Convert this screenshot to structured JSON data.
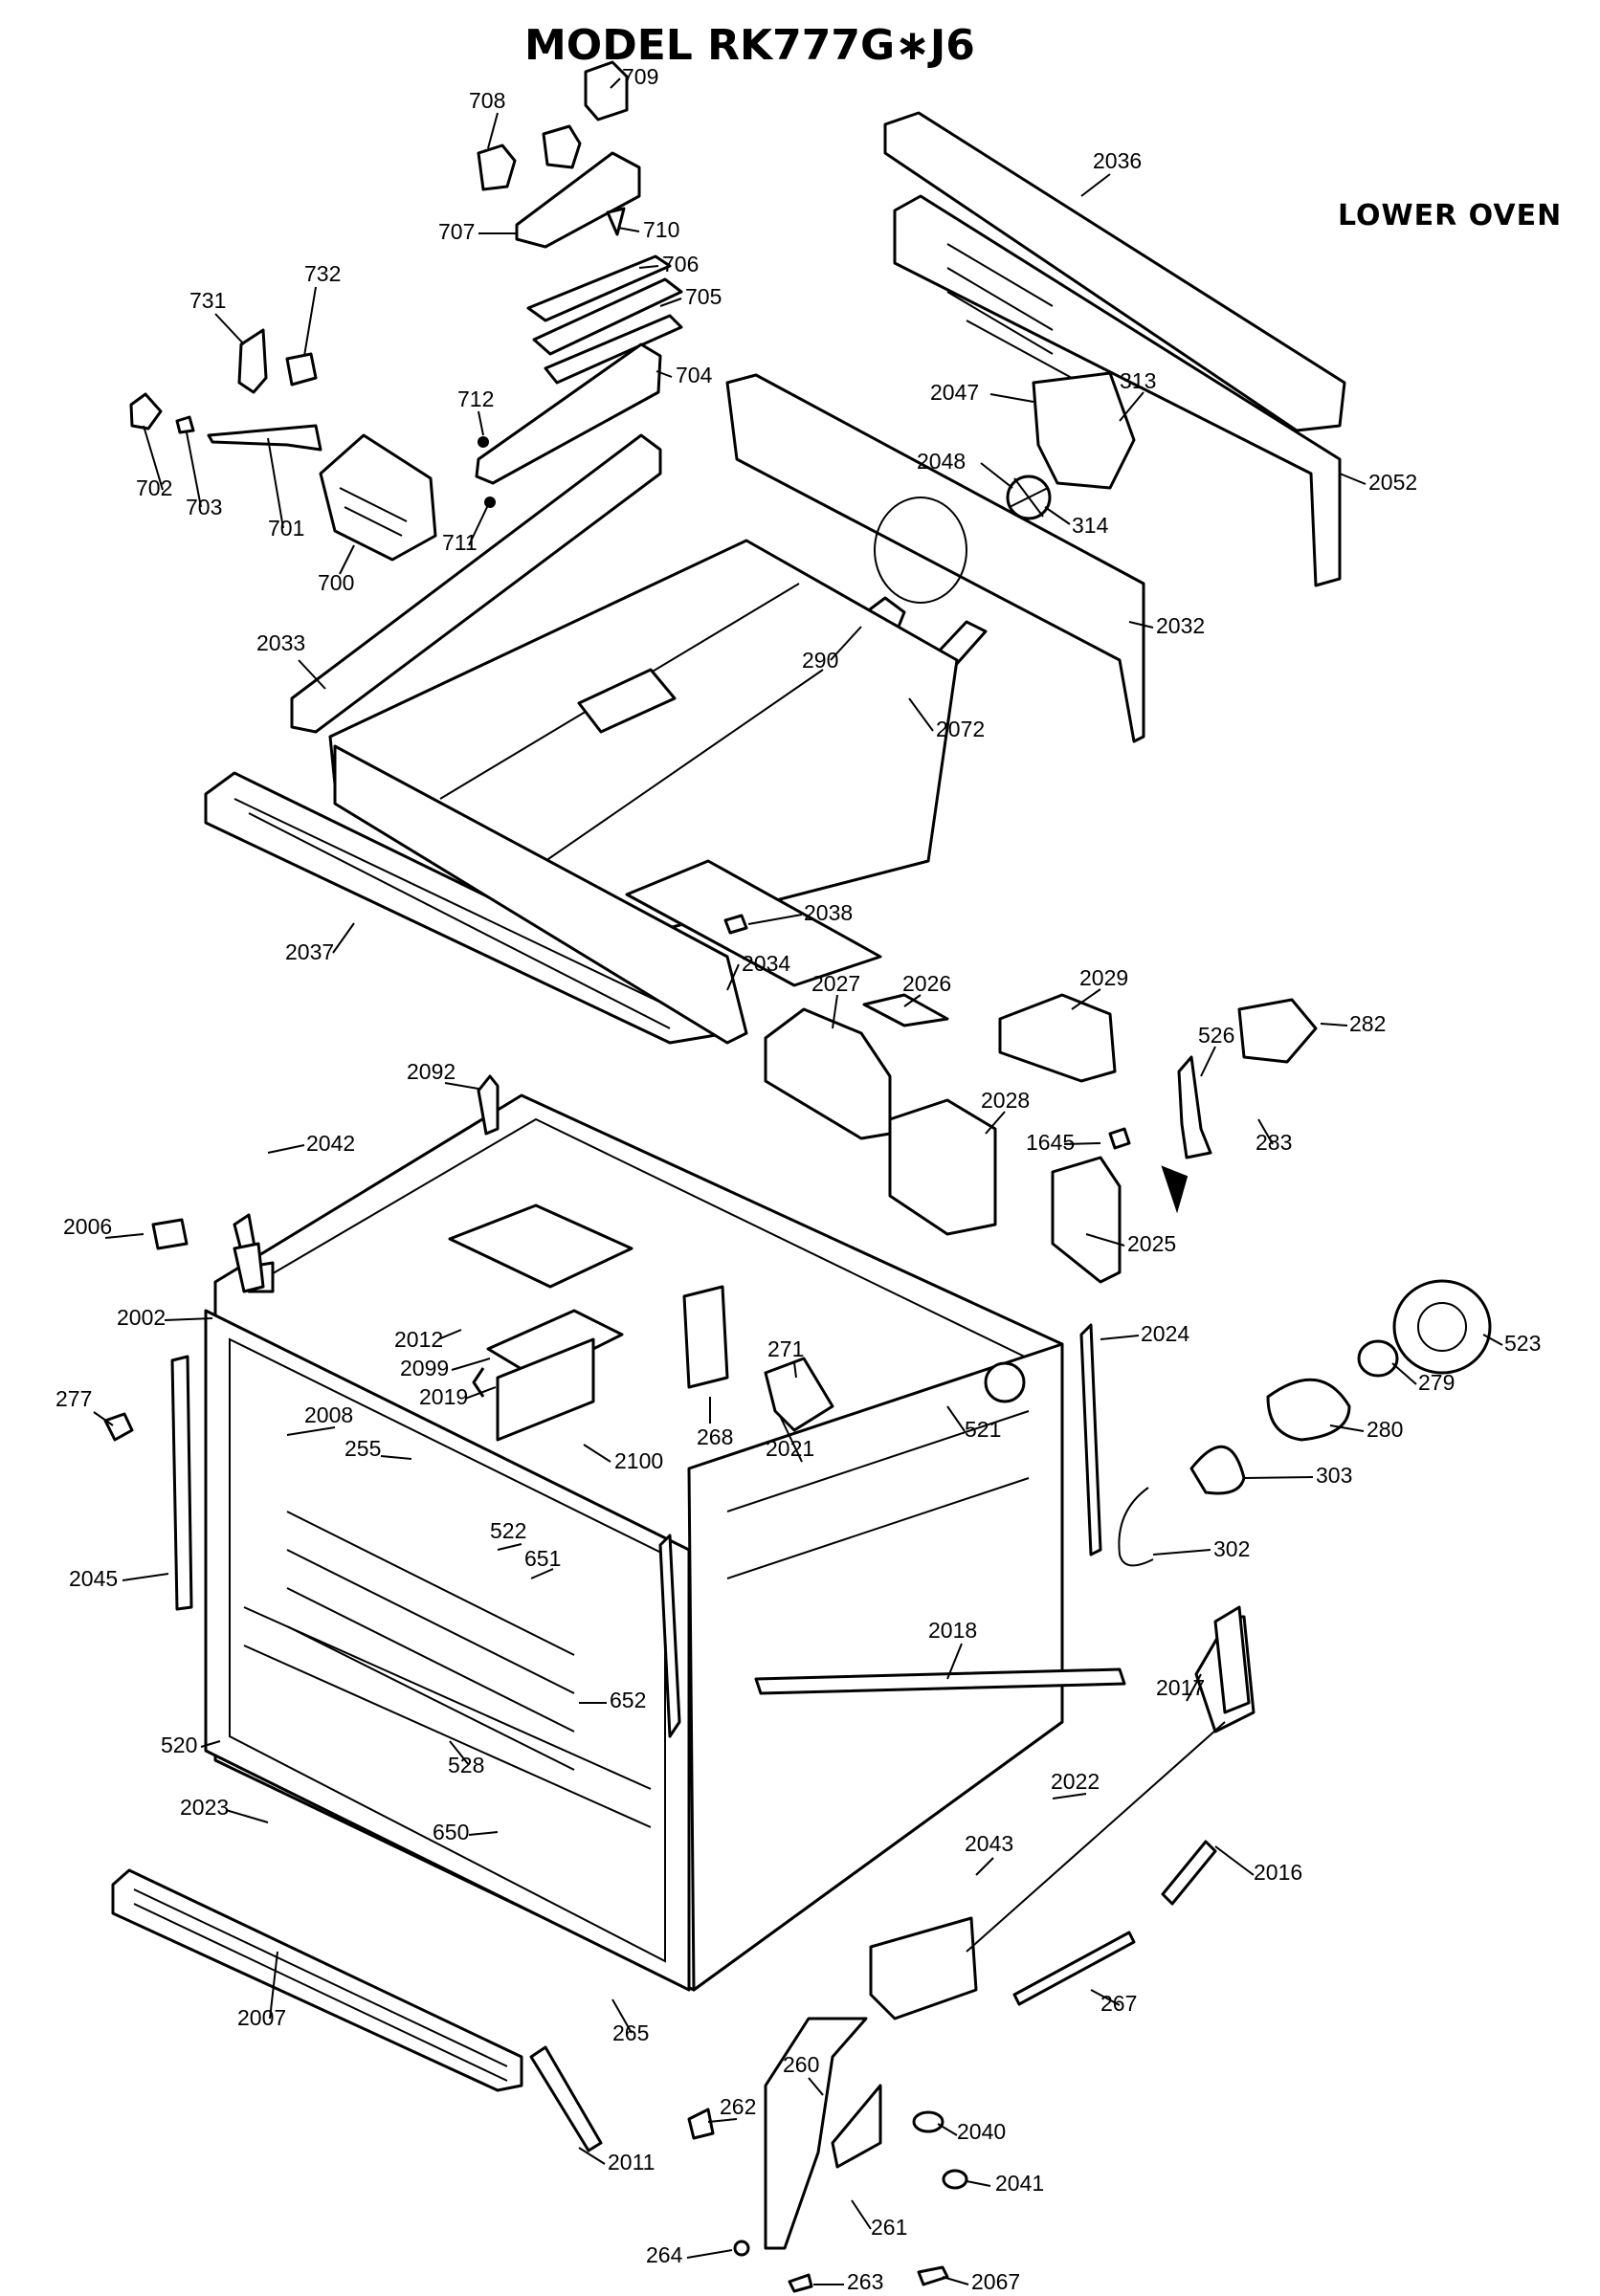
{
  "title": "MODEL RK777G∗J6",
  "subtitle": "LOWER OVEN",
  "callouts": [
    {
      "id": "709",
      "text": "709"
    },
    {
      "id": "708",
      "text": "708"
    },
    {
      "id": "707",
      "text": "707"
    },
    {
      "id": "710",
      "text": "710"
    },
    {
      "id": "706",
      "text": "706"
    },
    {
      "id": "705",
      "text": "705"
    },
    {
      "id": "704",
      "text": "704"
    },
    {
      "id": "712",
      "text": "712"
    },
    {
      "id": "711",
      "text": "711"
    },
    {
      "id": "731",
      "text": "731"
    },
    {
      "id": "732",
      "text": "732"
    },
    {
      "id": "702",
      "text": "702"
    },
    {
      "id": "703",
      "text": "703"
    },
    {
      "id": "701",
      "text": "701"
    },
    {
      "id": "700",
      "text": "700"
    },
    {
      "id": "2036",
      "text": "2036"
    },
    {
      "id": "2047",
      "text": "2047"
    },
    {
      "id": "313",
      "text": "313"
    },
    {
      "id": "2048",
      "text": "2048"
    },
    {
      "id": "314",
      "text": "314"
    },
    {
      "id": "2052",
      "text": "2052"
    },
    {
      "id": "2032",
      "text": "2032"
    },
    {
      "id": "290",
      "text": "290"
    },
    {
      "id": "2072",
      "text": "2072"
    },
    {
      "id": "2033",
      "text": "2033"
    },
    {
      "id": "2038",
      "text": "2038"
    },
    {
      "id": "2037",
      "text": "2037"
    },
    {
      "id": "2034",
      "text": "2034"
    },
    {
      "id": "2027",
      "text": "2027"
    },
    {
      "id": "2026",
      "text": "2026"
    },
    {
      "id": "2029",
      "text": "2029"
    },
    {
      "id": "526",
      "text": "526"
    },
    {
      "id": "282",
      "text": "282"
    },
    {
      "id": "2028",
      "text": "2028"
    },
    {
      "id": "283",
      "text": "283"
    },
    {
      "id": "1645",
      "text": "1645"
    },
    {
      "id": "2092",
      "text": "2092"
    },
    {
      "id": "2042",
      "text": "2042"
    },
    {
      "id": "2006",
      "text": "2006"
    },
    {
      "id": "2025",
      "text": "2025"
    },
    {
      "id": "2002",
      "text": "2002"
    },
    {
      "id": "2024",
      "text": "2024"
    },
    {
      "id": "523",
      "text": "523"
    },
    {
      "id": "2012",
      "text": "2012"
    },
    {
      "id": "2099",
      "text": "2099"
    },
    {
      "id": "2019",
      "text": "2019"
    },
    {
      "id": "271",
      "text": "271"
    },
    {
      "id": "279",
      "text": "279"
    },
    {
      "id": "277",
      "text": "277"
    },
    {
      "id": "2008",
      "text": "2008"
    },
    {
      "id": "255",
      "text": "255"
    },
    {
      "id": "268",
      "text": "268"
    },
    {
      "id": "2100",
      "text": "2100"
    },
    {
      "id": "521",
      "text": "521"
    },
    {
      "id": "280",
      "text": "280"
    },
    {
      "id": "2021",
      "text": "2021"
    },
    {
      "id": "303",
      "text": "303"
    },
    {
      "id": "522",
      "text": "522"
    },
    {
      "id": "651",
      "text": "651"
    },
    {
      "id": "302",
      "text": "302"
    },
    {
      "id": "2045",
      "text": "2045"
    },
    {
      "id": "2018",
      "text": "2018"
    },
    {
      "id": "652",
      "text": "652"
    },
    {
      "id": "2017",
      "text": "2017"
    },
    {
      "id": "520",
      "text": "520"
    },
    {
      "id": "528",
      "text": "528"
    },
    {
      "id": "2022",
      "text": "2022"
    },
    {
      "id": "2023",
      "text": "2023"
    },
    {
      "id": "650",
      "text": "650"
    },
    {
      "id": "2043",
      "text": "2043"
    },
    {
      "id": "2016",
      "text": "2016"
    },
    {
      "id": "2007",
      "text": "2007"
    },
    {
      "id": "267",
      "text": "267"
    },
    {
      "id": "265",
      "text": "265"
    },
    {
      "id": "260",
      "text": "260"
    },
    {
      "id": "262",
      "text": "262"
    },
    {
      "id": "2040",
      "text": "2040"
    },
    {
      "id": "2011",
      "text": "2011"
    },
    {
      "id": "2041",
      "text": "2041"
    },
    {
      "id": "261",
      "text": "261"
    },
    {
      "id": "264",
      "text": "264"
    },
    {
      "id": "263",
      "text": "263"
    },
    {
      "id": "2067",
      "text": "2067"
    }
  ]
}
